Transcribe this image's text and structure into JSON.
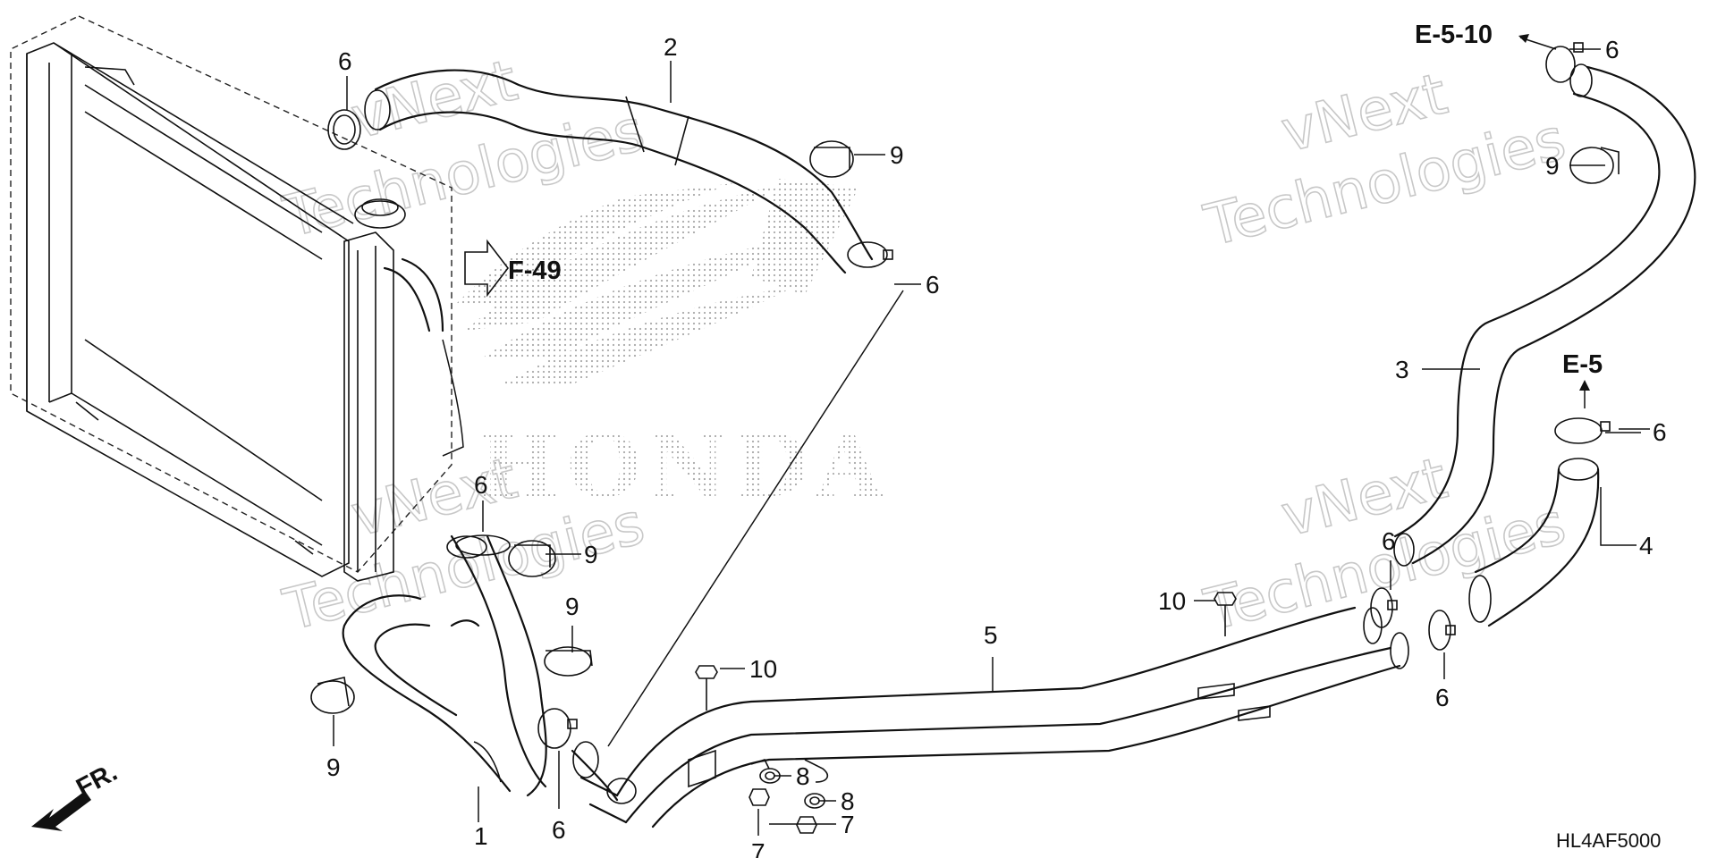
{
  "diagram": {
    "code": "HL4AF5000",
    "direction_label": "FR.",
    "references": {
      "f49": "F-49",
      "e510": "E-5-10",
      "e5": "E-5"
    },
    "watermark": {
      "line1": "vNext",
      "line2": "Technologies"
    },
    "logo_text": "HONDA",
    "callouts": {
      "c1": "1",
      "c2": "2",
      "c3": "3",
      "c4": "4",
      "c5": "5",
      "c6": "6",
      "c7": "7",
      "c8": "8",
      "c9": "9",
      "c10": "10"
    }
  }
}
